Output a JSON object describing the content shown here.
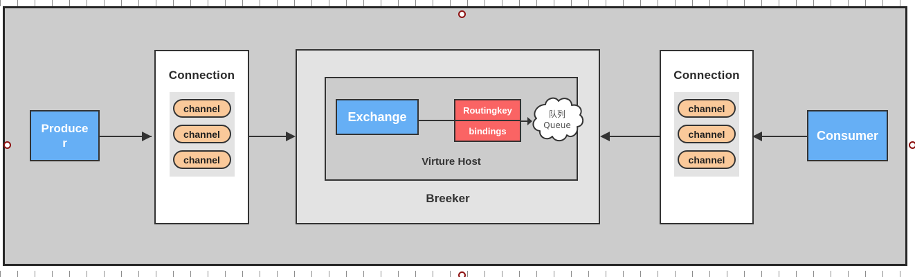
{
  "canvas": {
    "background_color": "#cccccc",
    "border_color": "#262626"
  },
  "colors": {
    "blue": "#66aff5",
    "red": "#fa6464",
    "orange": "#fac99a",
    "broker_gray": "#e3e3e3",
    "host_gray": "#cccccc",
    "outline": "#333333",
    "handle": "#8c1010"
  },
  "producer": {
    "label": "Producer"
  },
  "consumer": {
    "label": "Consumer"
  },
  "connection_left": {
    "title": "Connection",
    "channels": [
      {
        "label": "channel"
      },
      {
        "label": "channel"
      },
      {
        "label": "channel"
      }
    ]
  },
  "connection_right": {
    "title": "Connection",
    "channels": [
      {
        "label": "channel"
      },
      {
        "label": "channel"
      },
      {
        "label": "channel"
      }
    ]
  },
  "broker": {
    "label": "Breeker",
    "virture_host": {
      "label": "Virture Host",
      "exchange": {
        "label": "Exchange"
      },
      "routing": {
        "routingkey_label": "Routingkey",
        "bindings_label": "bindings"
      },
      "queue": {
        "line1": "队列",
        "line2": "Queue"
      }
    }
  },
  "icons": {
    "arrow_right": "arrow-right-icon",
    "arrow_left": "arrow-left-icon",
    "cloud": "cloud-icon",
    "resize_handle": "resize-handle-icon"
  }
}
